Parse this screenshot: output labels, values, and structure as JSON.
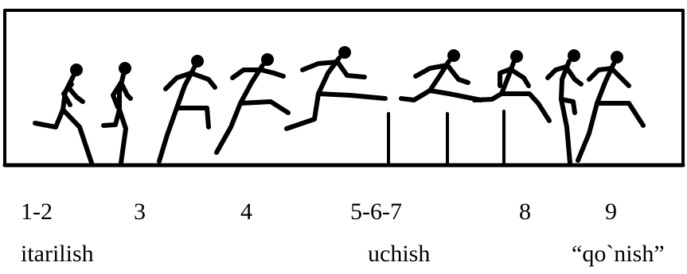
{
  "stages": [
    {
      "number": "1-2",
      "caption": "itarilish"
    },
    {
      "number": "3",
      "caption": ""
    },
    {
      "number": "4",
      "caption": ""
    },
    {
      "number": "5-6-7",
      "caption": "uchish"
    },
    {
      "number": "8",
      "caption": ""
    },
    {
      "number": "9",
      "caption": "“qo`nish”"
    }
  ],
  "colors": {
    "ink": "#000000",
    "background": "#ffffff"
  }
}
